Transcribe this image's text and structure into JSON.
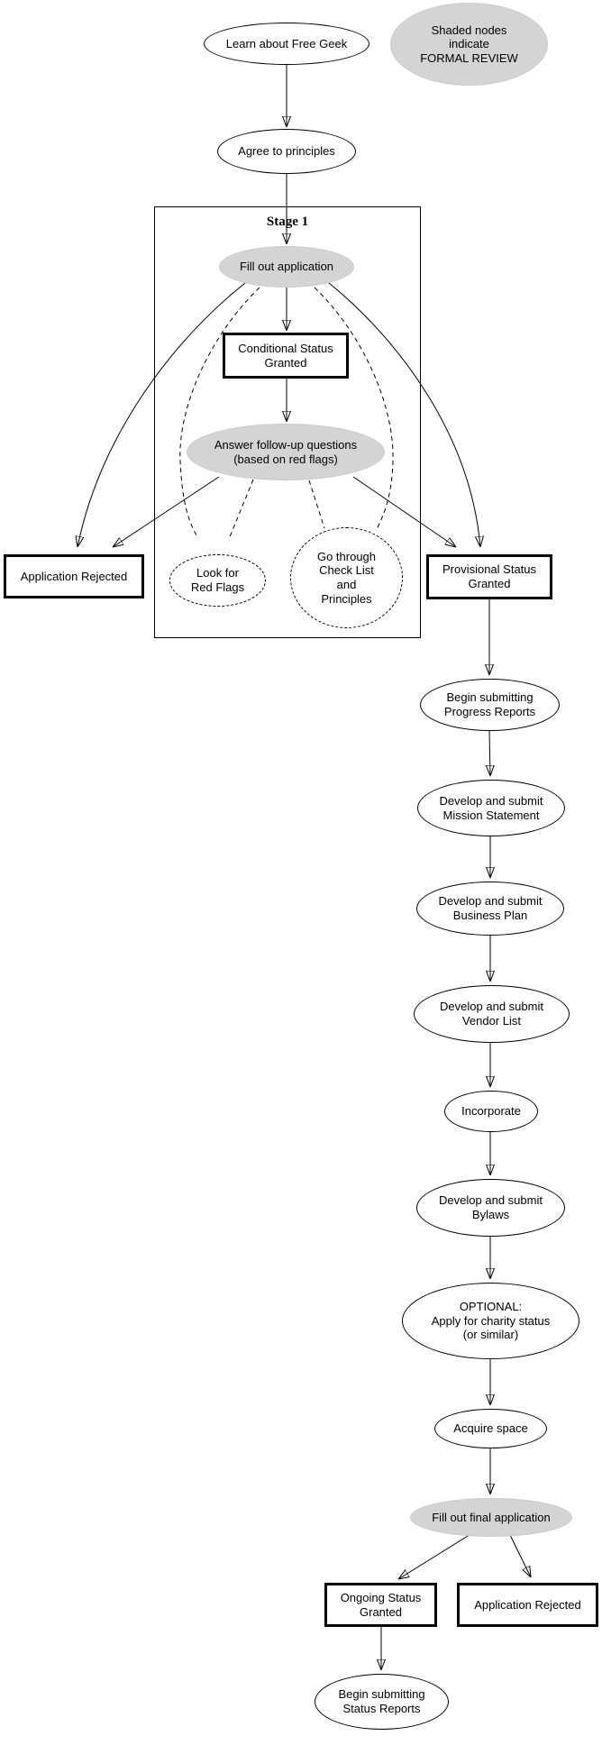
{
  "diagram": {
    "title": "Free Geek startup process flowchart",
    "colors": {
      "background": "#ffffff",
      "shaded_fill": "#d4d4d4",
      "stroke": "#000000",
      "text": "#000000"
    },
    "legend": "Shaded nodes\nindicate\nFORMAL REVIEW",
    "cluster": {
      "label": "Stage 1"
    },
    "nodes": {
      "learn": "Learn about Free Geek",
      "agree": "Agree to principles",
      "fill_application": "Fill out application",
      "conditional_status": "Conditional Status\nGranted",
      "answer_followup": "Answer follow-up questions\n(based on red flags)",
      "application_rejected_1": "Application Rejected",
      "look_red_flags": "Look for\nRed Flags",
      "go_through_checklist": "Go through\nCheck List\nand\nPrinciples",
      "provisional_status": "Provisional Status\nGranted",
      "progress_reports": "Begin submitting\nProgress Reports",
      "mission_statement": "Develop and submit\nMission Statement",
      "business_plan": "Develop and submit\nBusiness Plan",
      "vendor_list": "Develop and submit\nVendor List",
      "incorporate": "Incorporate",
      "bylaws": "Develop and submit\nBylaws",
      "charity": "OPTIONAL:\nApply for charity status\n(or similar)",
      "acquire_space": "Acquire space",
      "final_application": "Fill out final application",
      "ongoing_status": "Ongoing Status\nGranted",
      "application_rejected_2": "Application Rejected",
      "status_reports": "Begin submitting\nStatus Reports"
    }
  }
}
